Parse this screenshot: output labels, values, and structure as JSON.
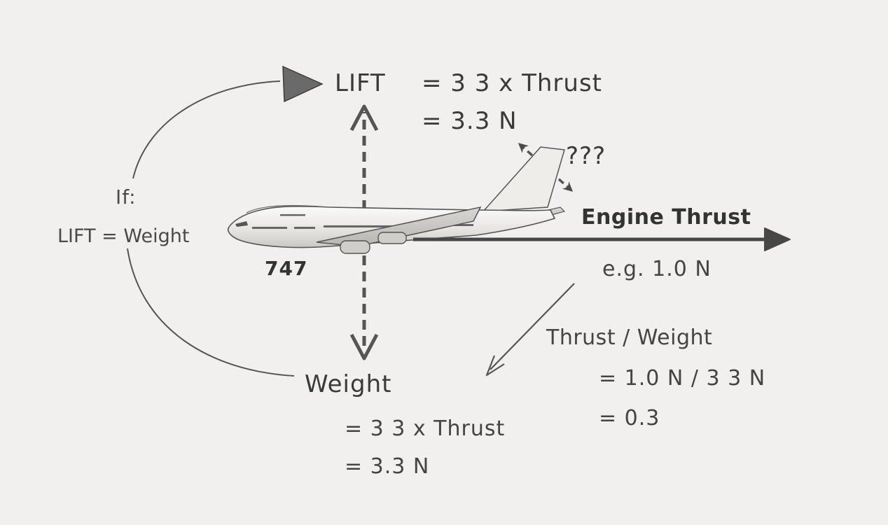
{
  "lift": {
    "label": "LIFT",
    "eq1": "= 3 3 x Thrust",
    "eq2": "= 3.3 N"
  },
  "question_marks": "???",
  "condition": {
    "if_label": "If:",
    "equation": "LIFT = Weight"
  },
  "aircraft_label": "747",
  "engine_thrust": {
    "label": "Engine Thrust",
    "example": "e.g. 1.0 N"
  },
  "weight": {
    "label": "Weight",
    "eq1": "= 3 3 x Thrust",
    "eq2": "= 3.3 N"
  },
  "ratio": {
    "title": "Thrust / Weight",
    "eq1": "= 1.0 N / 3 3 N",
    "eq2": "= 0.3"
  },
  "colors": {
    "background": "#f1f0ee",
    "pencil": "#3c3c3c",
    "arrow": "#555555"
  }
}
